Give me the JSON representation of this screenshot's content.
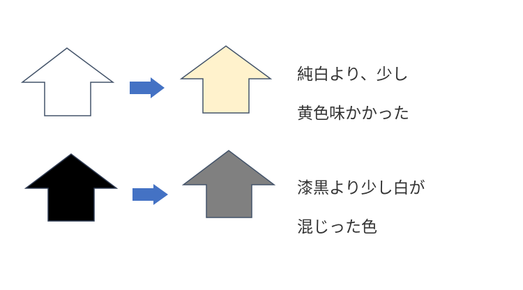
{
  "rows": [
    {
      "before_arrow": {
        "fill": "#ffffff",
        "stroke": "#44546a"
      },
      "after_arrow": {
        "fill": "#fff2cc",
        "stroke": "#44546a"
      },
      "caption": {
        "line1": "純白より、少し",
        "line2": "黄色味かかった"
      }
    },
    {
      "before_arrow": {
        "fill": "#000000",
        "stroke": "#2f3b52"
      },
      "after_arrow": {
        "fill": "#808080",
        "stroke": "#44546a"
      },
      "caption": {
        "line1": "漆黒より少し白が",
        "line2": "混じった色"
      }
    }
  ],
  "colors": {
    "connector_arrow": "#4472c4"
  },
  "icons": {
    "connector": "right-arrow-icon"
  }
}
